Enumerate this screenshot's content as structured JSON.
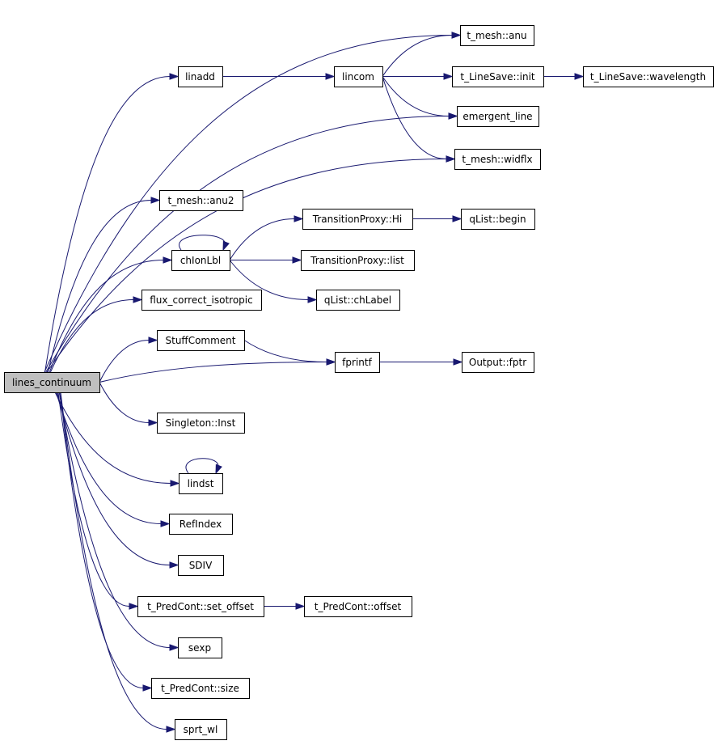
{
  "graph": {
    "title": "",
    "colors": {
      "edge": "#191970",
      "node_fill": "#ffffff",
      "root_fill": "#bfbfbf",
      "border": "#000000"
    },
    "nodes": [
      {
        "id": "lines_continuum",
        "label": "lines_continuum",
        "root": true
      },
      {
        "id": "t_mesh_anu",
        "label": "t_mesh::anu"
      },
      {
        "id": "linadd",
        "label": "linadd"
      },
      {
        "id": "lincom",
        "label": "lincom"
      },
      {
        "id": "t_LineSave_init",
        "label": "t_LineSave::init"
      },
      {
        "id": "t_LineSave_wavelength",
        "label": "t_LineSave::wavelength"
      },
      {
        "id": "emergent_line",
        "label": "emergent_line"
      },
      {
        "id": "t_mesh_widflx",
        "label": "t_mesh::widflx"
      },
      {
        "id": "t_mesh_anu2",
        "label": "t_mesh::anu2"
      },
      {
        "id": "TransitionProxy_Hi",
        "label": "TransitionProxy::Hi"
      },
      {
        "id": "qList_begin",
        "label": "qList::begin"
      },
      {
        "id": "chIonLbl",
        "label": "chIonLbl"
      },
      {
        "id": "TransitionProxy_list",
        "label": "TransitionProxy::list"
      },
      {
        "id": "flux_correct_isotropic",
        "label": "flux_correct_isotropic"
      },
      {
        "id": "qList_chLabel",
        "label": "qList::chLabel"
      },
      {
        "id": "StuffComment",
        "label": "StuffComment"
      },
      {
        "id": "fprintf",
        "label": "fprintf"
      },
      {
        "id": "Output_fptr",
        "label": "Output::fptr"
      },
      {
        "id": "Singleton_Inst",
        "label": "Singleton::Inst"
      },
      {
        "id": "lindst",
        "label": "lindst"
      },
      {
        "id": "RefIndex",
        "label": "RefIndex"
      },
      {
        "id": "SDIV",
        "label": "SDIV"
      },
      {
        "id": "t_PredCont_set_offset",
        "label": "t_PredCont::set_offset"
      },
      {
        "id": "t_PredCont_offset",
        "label": "t_PredCont::offset"
      },
      {
        "id": "sexp",
        "label": "sexp"
      },
      {
        "id": "t_PredCont_size",
        "label": "t_PredCont::size"
      },
      {
        "id": "sprt_wl",
        "label": "sprt_wl"
      }
    ],
    "edges": [
      {
        "from": "lines_continuum",
        "to": "t_mesh_anu"
      },
      {
        "from": "lines_continuum",
        "to": "linadd"
      },
      {
        "from": "lines_continuum",
        "to": "emergent_line"
      },
      {
        "from": "lines_continuum",
        "to": "t_mesh_widflx"
      },
      {
        "from": "lines_continuum",
        "to": "t_mesh_anu2"
      },
      {
        "from": "lines_continuum",
        "to": "chIonLbl"
      },
      {
        "from": "lines_continuum",
        "to": "flux_correct_isotropic"
      },
      {
        "from": "lines_continuum",
        "to": "StuffComment"
      },
      {
        "from": "lines_continuum",
        "to": "fprintf"
      },
      {
        "from": "lines_continuum",
        "to": "Singleton_Inst"
      },
      {
        "from": "lines_continuum",
        "to": "lindst"
      },
      {
        "from": "lines_continuum",
        "to": "RefIndex"
      },
      {
        "from": "lines_continuum",
        "to": "SDIV"
      },
      {
        "from": "lines_continuum",
        "to": "t_PredCont_set_offset"
      },
      {
        "from": "lines_continuum",
        "to": "sexp"
      },
      {
        "from": "lines_continuum",
        "to": "t_PredCont_size"
      },
      {
        "from": "lines_continuum",
        "to": "sprt_wl"
      },
      {
        "from": "linadd",
        "to": "lincom"
      },
      {
        "from": "lincom",
        "to": "t_mesh_anu"
      },
      {
        "from": "lincom",
        "to": "t_LineSave_init"
      },
      {
        "from": "lincom",
        "to": "emergent_line"
      },
      {
        "from": "lincom",
        "to": "t_mesh_widflx"
      },
      {
        "from": "t_LineSave_init",
        "to": "t_LineSave_wavelength"
      },
      {
        "from": "chIonLbl",
        "to": "chIonLbl"
      },
      {
        "from": "chIonLbl",
        "to": "TransitionProxy_Hi"
      },
      {
        "from": "chIonLbl",
        "to": "TransitionProxy_list"
      },
      {
        "from": "chIonLbl",
        "to": "qList_chLabel"
      },
      {
        "from": "TransitionProxy_Hi",
        "to": "qList_begin"
      },
      {
        "from": "StuffComment",
        "to": "fprintf"
      },
      {
        "from": "fprintf",
        "to": "Output_fptr"
      },
      {
        "from": "lindst",
        "to": "lindst"
      },
      {
        "from": "t_PredCont_set_offset",
        "to": "t_PredCont_offset"
      }
    ]
  }
}
